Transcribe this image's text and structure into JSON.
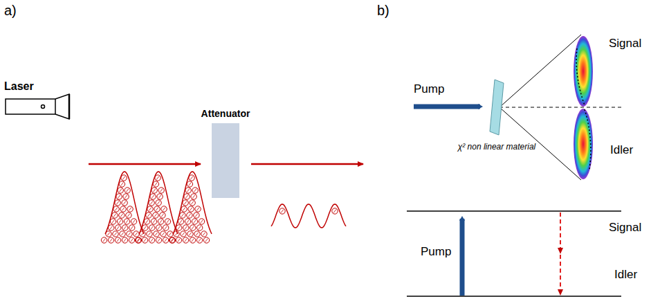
{
  "diagram": {
    "nodes": [
      {
        "text": [
          "Attenuator"
        ]
      },
      {
        "text": [
          "χ² non linear material"
        ]
      }
    ],
    "labels": [
      "a)",
      "b)",
      "Laser",
      "Pump",
      "Signal",
      "Idler",
      "Pump",
      "Signal",
      "Idler"
    ]
  }
}
